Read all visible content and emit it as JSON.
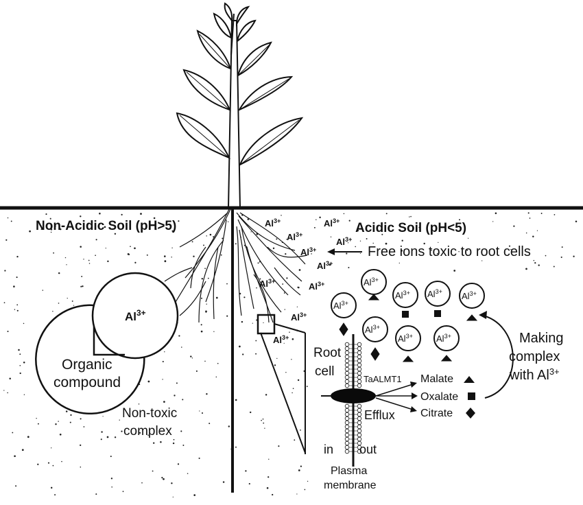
{
  "labels": {
    "non_acidic_soil": "Non-Acidic Soil (pH>5)",
    "acidic_soil": "Acidic Soil (pH<5)",
    "free_ions": "Free ions toxic to root cells",
    "root_cell_1": "Root",
    "root_cell_2": "cell",
    "organic_1": "Organic",
    "organic_2": "compound",
    "nontoxic_1": "Non-toxic",
    "nontoxic_2": "complex",
    "making_1": "Making",
    "making_2": "complex",
    "making_3": "with Al",
    "transporter": "TaALMT1",
    "efflux": "Efflux",
    "malate": "Malate",
    "oxalate": "Oxalate",
    "citrate": "Citrate",
    "in": "in",
    "out": "out",
    "membrane_1": "Plasma",
    "membrane_2": "membrane"
  },
  "ion": {
    "base": "Al",
    "charge": "3+"
  },
  "colors": {
    "line": "#111111",
    "fill": "#ffffff",
    "dark": "#0a0a0a"
  }
}
